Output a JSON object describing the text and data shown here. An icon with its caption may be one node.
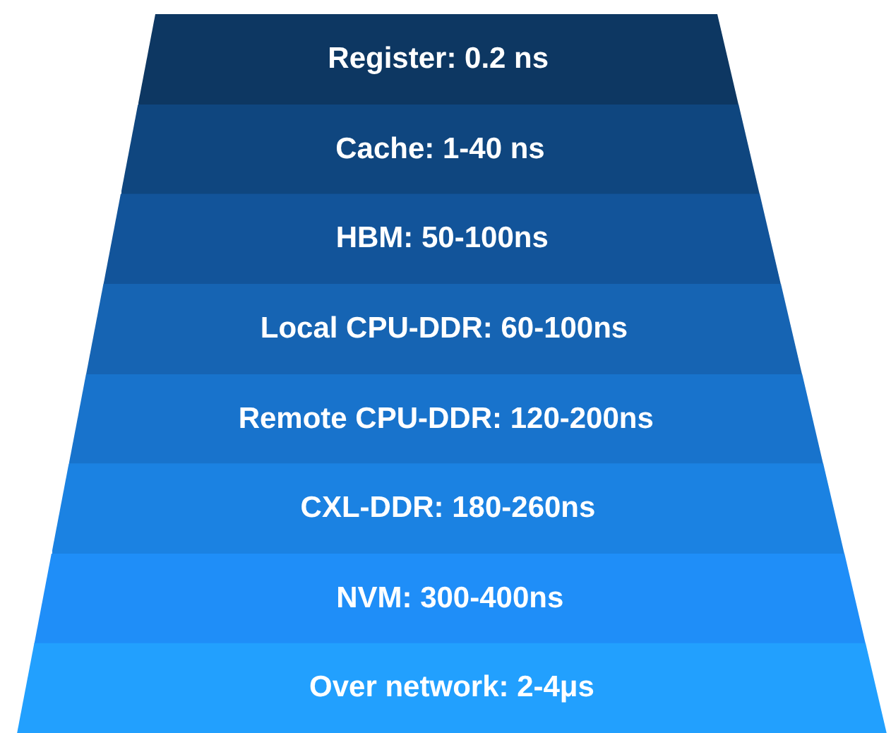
{
  "diagram": {
    "nodes": [
      {
        "text": [
          "Register: 0.2 ns"
        ]
      },
      {
        "text": [
          "Cache: 1-40 ns"
        ]
      },
      {
        "text": [
          "HBM: 50-100ns"
        ]
      },
      {
        "text": [
          "Local CPU-DDR: 60-100ns"
        ]
      },
      {
        "text": [
          "Remote CPU-DDR: 120-200ns"
        ]
      },
      {
        "text": [
          "CXL-DDR: 180-260ns"
        ]
      },
      {
        "text": [
          "NVM: 300-400ns"
        ]
      },
      {
        "text": [
          "Over network: 2-4μs"
        ]
      }
    ]
  }
}
